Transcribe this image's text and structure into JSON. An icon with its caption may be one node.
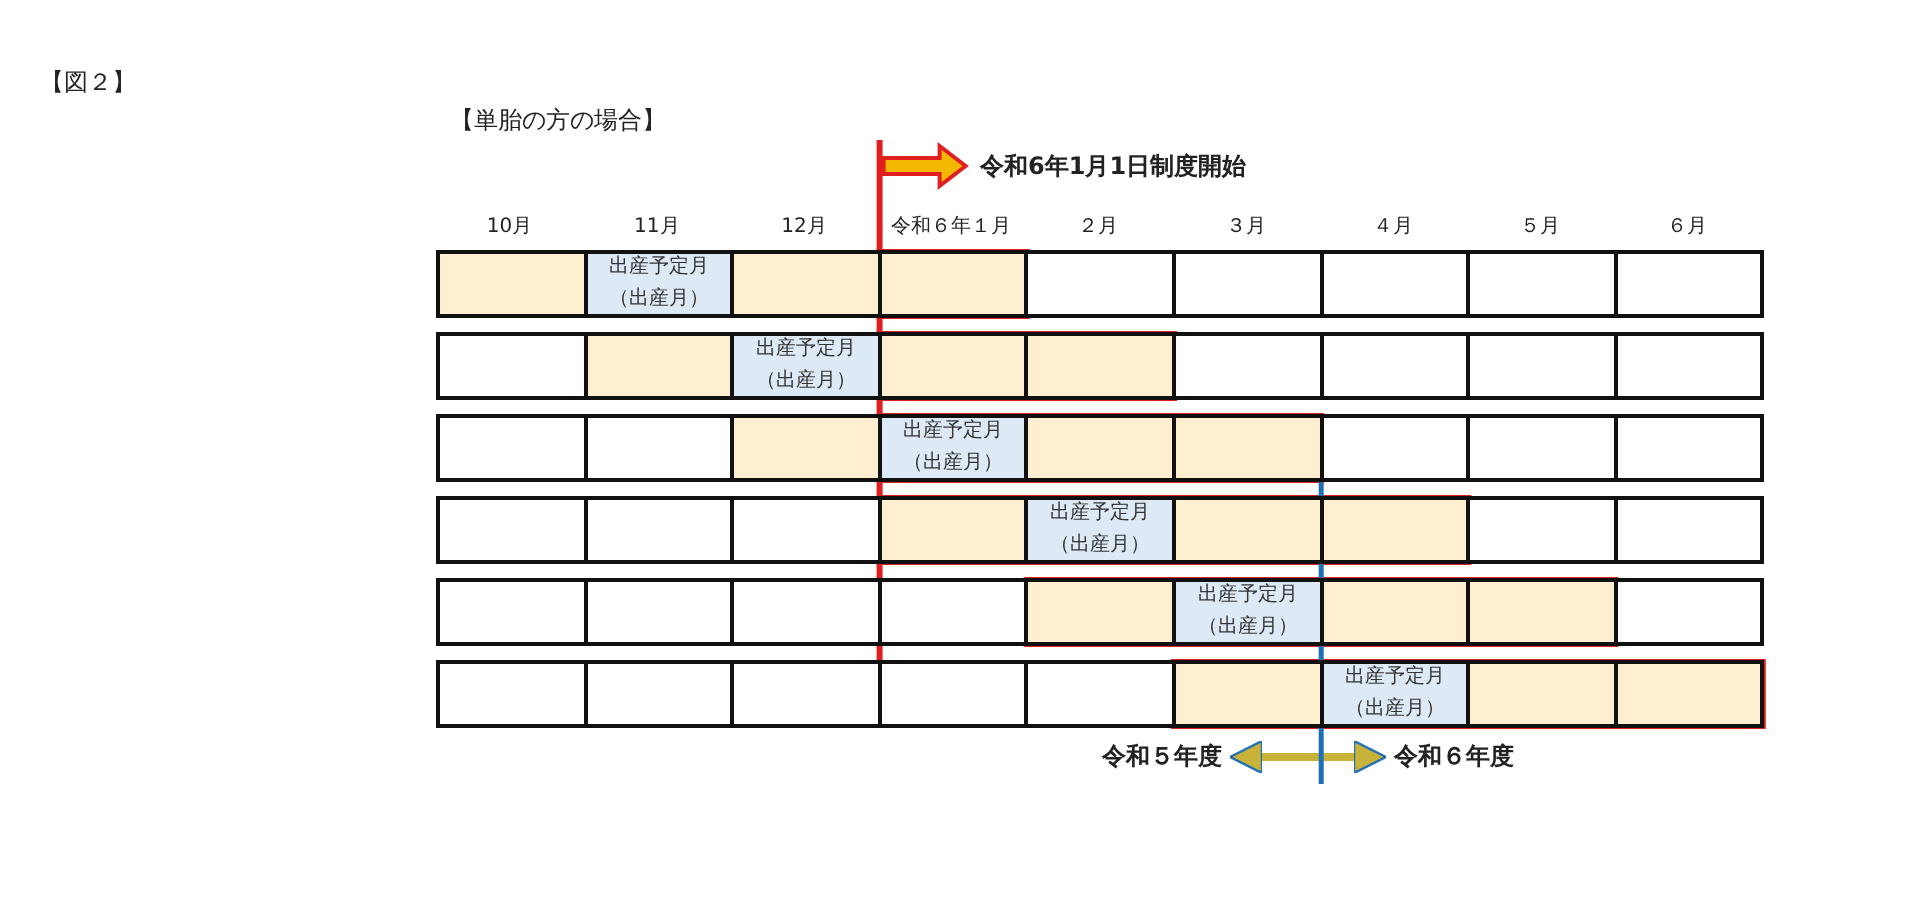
{
  "diagram": {
    "nodes": [
      {
        "text": [
          "令和５年度"
        ]
      },
      {
        "text": [
          "令和６年度"
        ]
      }
    ],
    "edges": [
      {
        "from": 0,
        "to": 1,
        "arrow": "both"
      }
    ],
    "labels": [
      "【図２】",
      "【単胎の方の場合】",
      "令和6年1月1日制度開始",
      "10月",
      "11月",
      "12月",
      "令和６年１月",
      "２月",
      "３月",
      "４月",
      "５月",
      "６月",
      "出産予定月（出産月）",
      "出産予定月（出産月）",
      "出産予定月（出産月）",
      "出産予定月（出産月）",
      "出産予定月（出産月）",
      "出産予定月（出産月）"
    ]
  }
}
